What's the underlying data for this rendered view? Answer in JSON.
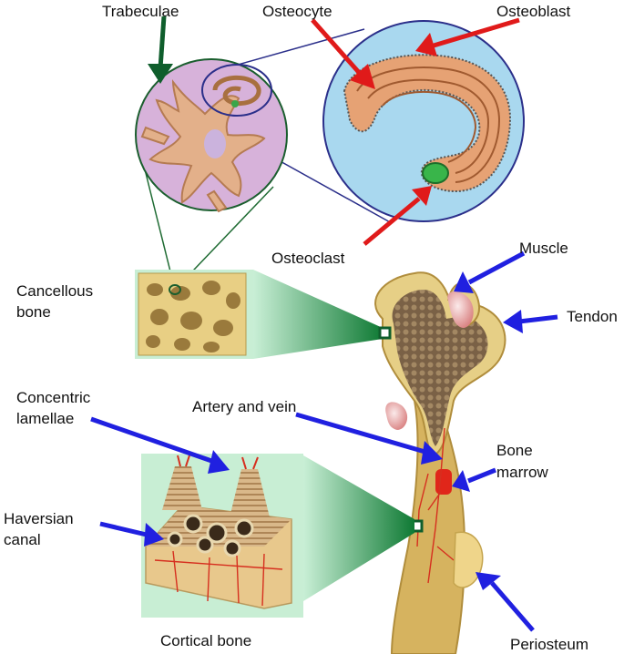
{
  "labels": {
    "trabeculae": "Trabeculae",
    "osteocyte": "Osteocyte",
    "osteoblast": "Osteoblast",
    "osteoclast": "Osteoclast",
    "muscle": "Muscle",
    "tendon": "Tendon",
    "cancellous_1": "Cancellous",
    "cancellous_2": "bone",
    "concentric_1": "Concentric",
    "concentric_2": "lamellae",
    "artery_vein": "Artery and vein",
    "bone_marrow_1": "Bone",
    "bone_marrow_2": "marrow",
    "haversian_1": "Haversian",
    "haversian_2": "canal",
    "cortical_bone": "Cortical bone",
    "periosteum": "Periosteum"
  },
  "colors": {
    "bone": "#e0c98a",
    "spongy": "#8c7150",
    "zoom_green": "#1d8a3c",
    "pointer_blue": "#2020e0",
    "pointer_red": "#e01a1a",
    "pointer_dark_green": "#0f5e2c",
    "trabeculae_bg": "#d9b6dd",
    "cell_bg": "#a8d6ee"
  }
}
